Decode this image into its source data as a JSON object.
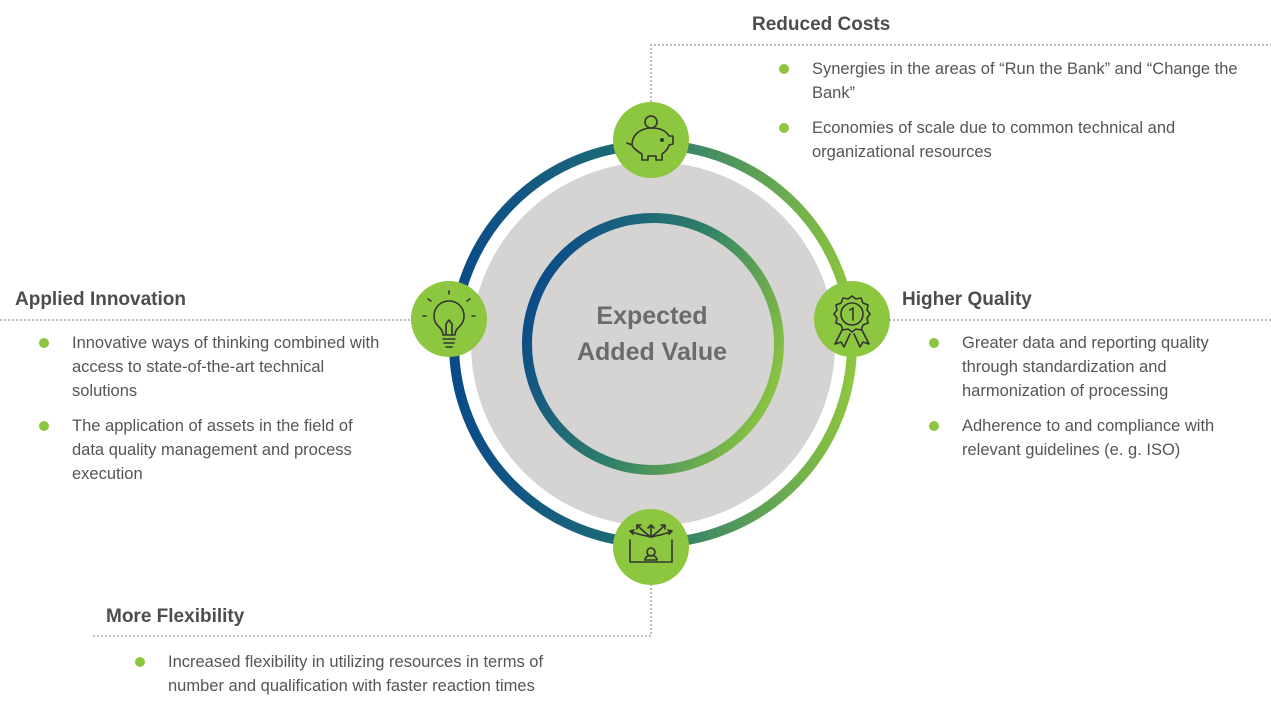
{
  "center": {
    "line1": "Expected",
    "line2": "Added Value"
  },
  "colors": {
    "accent_green": "#8dc63f",
    "ring_blue": "#0a4a8a",
    "inner_disc_grey": "#d6d3d3",
    "icon_circle_green": "#8dc63f"
  },
  "sections": {
    "reduced_costs": {
      "title": "Reduced Costs",
      "icon": "piggy-bank-icon",
      "bullets": [
        "Synergies in the areas of “Run the Bank” and “Change the Bank”",
        "Economies of scale due to common technical and organizational resources"
      ]
    },
    "applied_innovation": {
      "title": "Applied Innovation",
      "icon": "lightbulb-icon",
      "bullets": [
        "Innovative ways of thinking combined with access to state-of-the-art technical solutions",
        "The application of assets in the field of data quality management and process execution"
      ]
    },
    "higher_quality": {
      "title": "Higher Quality",
      "icon": "award-rosette-icon",
      "bullets": [
        "Greater data and reporting quality through standardization and harmonization of processing",
        "Adherence to and compliance with relevant guidelines (e. g. ISO)"
      ]
    },
    "more_flexibility": {
      "title": "More Flexibility",
      "icon": "flexible-arrows-icon",
      "bullets": [
        "Increased flexibility in utilizing resources in terms of number and qualification with faster reaction times"
      ]
    }
  }
}
